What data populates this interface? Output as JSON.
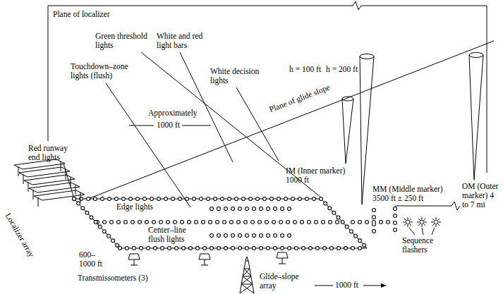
{
  "diagram": {
    "labels": [
      "Plane of localizer",
      "Green threshold lights",
      "White and red light bars",
      "Touchdown–zone lights (flush)",
      "White decision lights",
      "Plane of glide slope",
      "Approximately",
      "1000 ft",
      "h = 100 ft",
      "h = 200 ft",
      "Red runway end lights",
      "Edge lights",
      "IM (Inner marker) 1000 ft",
      "MM (Middle marker) 3500 ft ± 250 ft",
      "OM (Outer marker) 4 to 7 mi",
      "Center–line flush lights",
      "Localizer array",
      "600– 1000 ft",
      "Sequence flashers",
      "1000 ft",
      "Transmissometers (3)",
      "Glide–slope array"
    ]
  }
}
